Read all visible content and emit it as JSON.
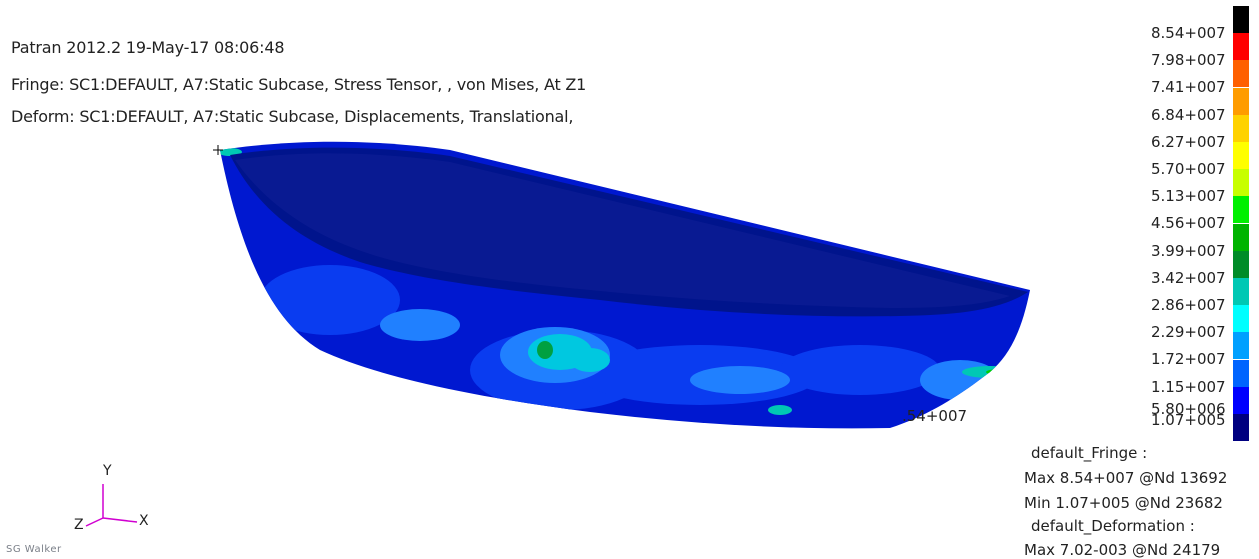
{
  "header": {
    "line1": "Patran 2012.2 19-May-17 08:06:48",
    "line2": "Fringe: SC1:DEFAULT, A7:Static Subcase, Stress Tensor, , von Mises, At Z1",
    "line3": "Deform: SC1:DEFAULT, A7:Static Subcase, Displacements, Translational,"
  },
  "legend": {
    "ticks": [
      "8.54+007",
      "7.98+007",
      "7.41+007",
      "6.84+007",
      "6.27+007",
      "5.70+007",
      "5.13+007",
      "4.56+007",
      "3.99+007",
      "3.42+007",
      "2.86+007",
      "2.29+007",
      "1.72+007",
      "1.15+007",
      "5.80+006",
      "1.07+005"
    ],
    "colors": [
      "#000000",
      "#ff0000",
      "#ff6000",
      "#ff9c00",
      "#ffd200",
      "#ffff00",
      "#c8ff00",
      "#00f000",
      "#00b400",
      "#008c28",
      "#00c8b4",
      "#00ffff",
      "#00a0ff",
      "#0064ff",
      "#0000ff",
      "#000080"
    ]
  },
  "peak_label": ".54+007",
  "info": {
    "fringe_title": "default_Fringe :",
    "fringe_max": "Max 8.54+007 @Nd 13692",
    "fringe_min": "Min 1.07+005 @Nd 23682",
    "deform_title": "default_Deformation :",
    "deform_max": "Max 7.02-003 @Nd 24179"
  },
  "axes": {
    "x": "X",
    "y": "Y",
    "z": "Z"
  },
  "logo_text": "SG Walker"
}
